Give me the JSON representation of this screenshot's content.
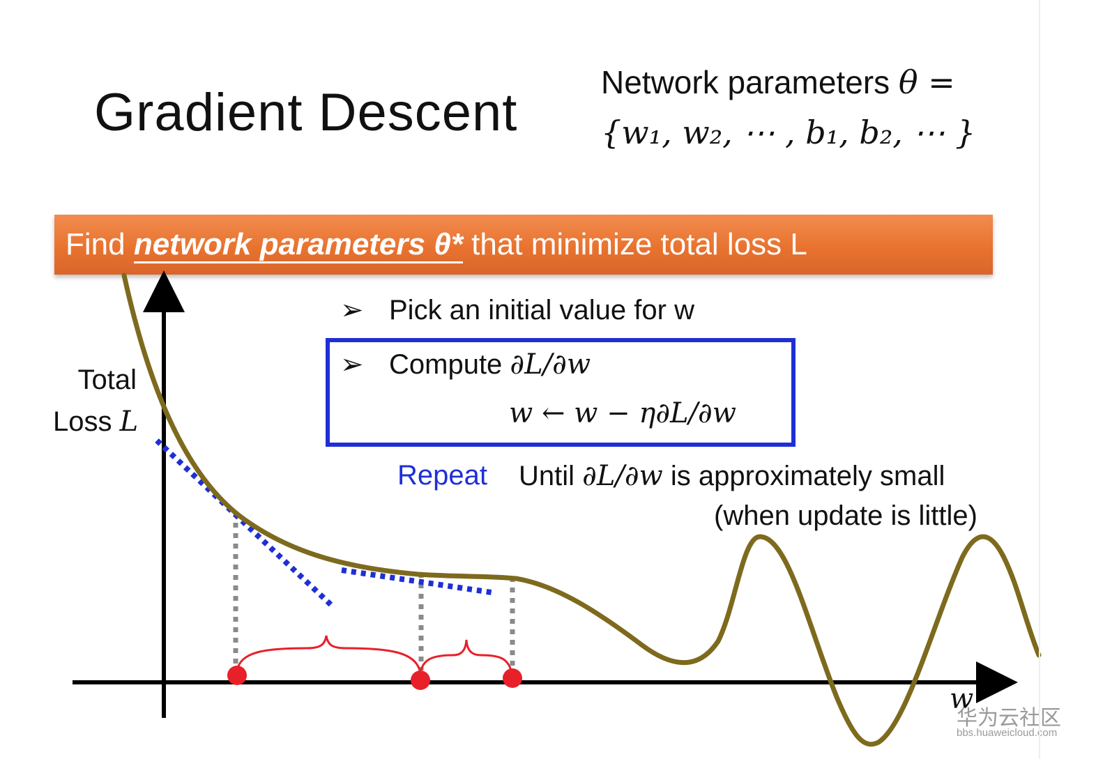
{
  "slide": {
    "title": "Gradient Descent",
    "params_line1_text": "Network parameters ",
    "params_line1_math": "θ =",
    "params_line2": "{w₁, w₂, ⋯ , b₁, b₂, ⋯ }",
    "banner_prefix": "Find ",
    "banner_emphasis": "network parameters θ*",
    "banner_suffix": " that minimize total loss L",
    "step1_arrow": "➢",
    "step1_text": "Pick an initial value for w",
    "step2_arrow": "➢",
    "step2_text": "Compute ",
    "step2_math": "∂L/∂w",
    "update_rule": "w ← w − η∂L/∂w",
    "repeat_label": "Repeat",
    "until_text": "Until ",
    "until_math": "∂L/∂w",
    "until_suffix": " is approximately small",
    "when_text": "(when update is little)",
    "y_axis_label_1": "Total",
    "y_axis_label_2": "Loss ",
    "y_axis_label_math": "L",
    "x_axis_label": "w"
  },
  "watermark": {
    "brand": "华为云社区",
    "url": "bbs.huaweicloud.com"
  },
  "colors": {
    "banner": "#e8732f",
    "curve": "#7d6a1d",
    "tangent": "#1f2fd6",
    "box_border": "#1f2fd6",
    "repeat": "#1f2fd6",
    "points": "#e8202a",
    "guides": "#8a8a8a"
  }
}
